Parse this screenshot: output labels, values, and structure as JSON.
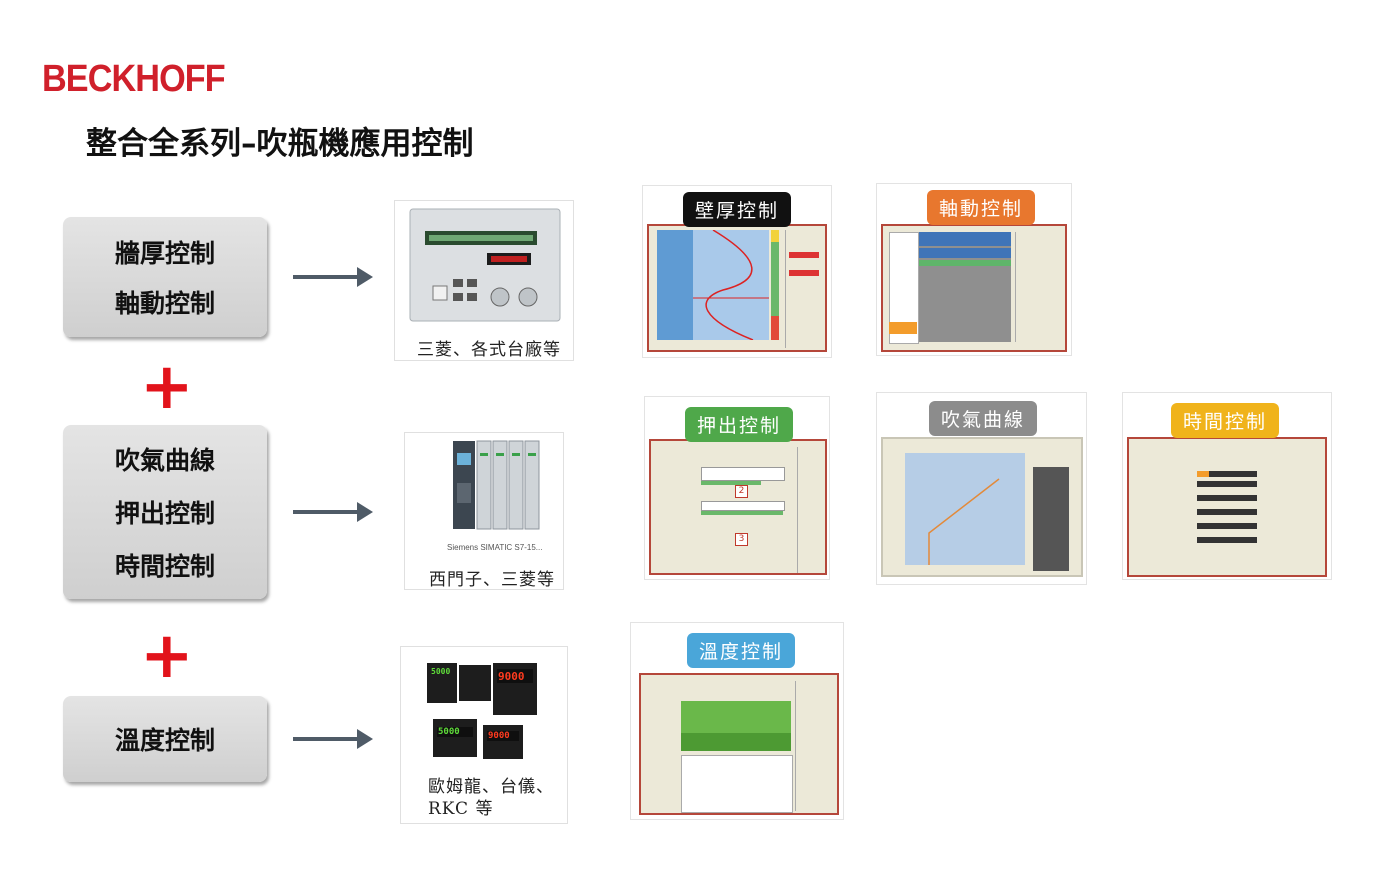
{
  "brand": "BECKHOFF",
  "title": "整合全系列–吹瓶機應用控制",
  "groups": [
    {
      "lines": [
        "牆厚控制",
        "軸動控制"
      ]
    },
    {
      "lines": [
        "吹氣曲線",
        "押出控制",
        "時間控制"
      ]
    },
    {
      "lines": [
        "溫度控制"
      ]
    }
  ],
  "plus_symbol": "+",
  "products": [
    {
      "caption": "三菱、各式台廠等"
    },
    {
      "caption": "西門子、三菱等",
      "image_text": "Siemens SIMATIC S7-15..."
    },
    {
      "caption_line1": "歐姆龍、台儀、",
      "caption_line2": "RKC 等",
      "display_values": [
        "9000",
        "5000",
        "9000",
        "5000"
      ]
    }
  ],
  "panels": {
    "wall": {
      "label": "壁厚控制",
      "color": "#111111"
    },
    "axis": {
      "label": "軸動控制",
      "color": "#e8772e"
    },
    "extrude": {
      "label": "押出控制",
      "color": "#4fa84a"
    },
    "blow": {
      "label": "吹氣曲線",
      "color": "#8c8c8c"
    },
    "time": {
      "label": "時間控制",
      "color": "#f0b31b"
    },
    "temp": {
      "label": "溫度控制",
      "color": "#4aa6d9"
    }
  },
  "colors": {
    "brand": "#d0202b",
    "plus": "#e2131b",
    "arrow": "#4f5b67"
  }
}
